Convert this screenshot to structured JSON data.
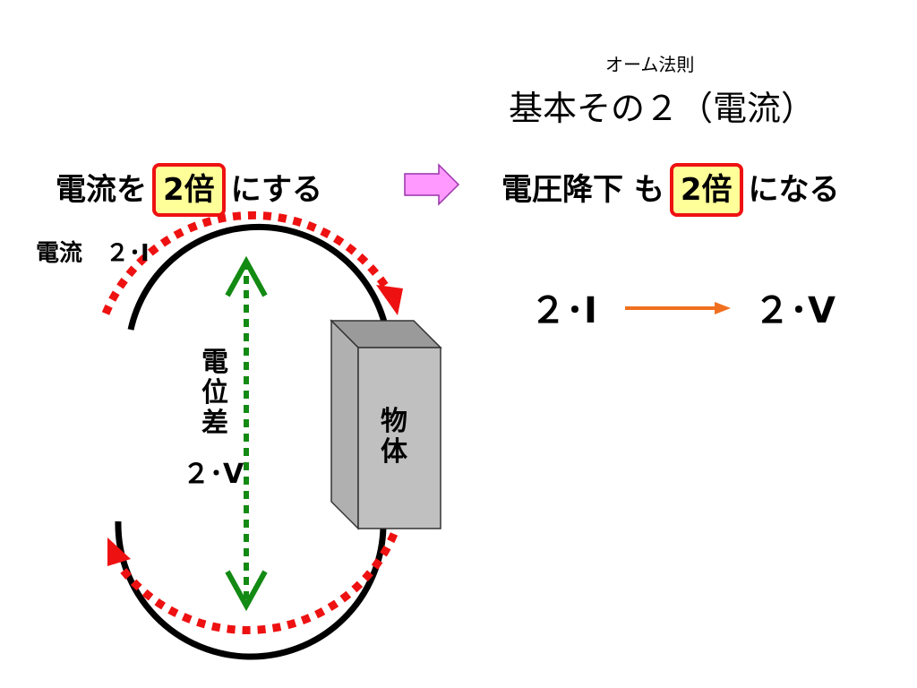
{
  "header": {
    "subtitle": "オーム法則",
    "title": "基本その２（電流）"
  },
  "cause": {
    "prefix": "電流を",
    "highlight": "2倍",
    "suffix": "にする"
  },
  "effect": {
    "prefix": "電圧降下 も",
    "highlight": "2倍",
    "suffix": "になる"
  },
  "diagram": {
    "current_label": "電流　２･Ⅰ",
    "potential_difference_label": "電位差",
    "potential_difference_value": "２･V",
    "object_label": "物体"
  },
  "formula": {
    "left": "２･Ⅰ",
    "right": "２･V"
  },
  "colors": {
    "highlight_fill": "#ffff99",
    "highlight_border": "#ee1111",
    "current_arrow": "#ee1111",
    "voltage_arrow": "#138a13",
    "block_arrow": "#ff99ff",
    "formula_arrow": "#f07020",
    "object_fill": "#c0c0c0"
  }
}
